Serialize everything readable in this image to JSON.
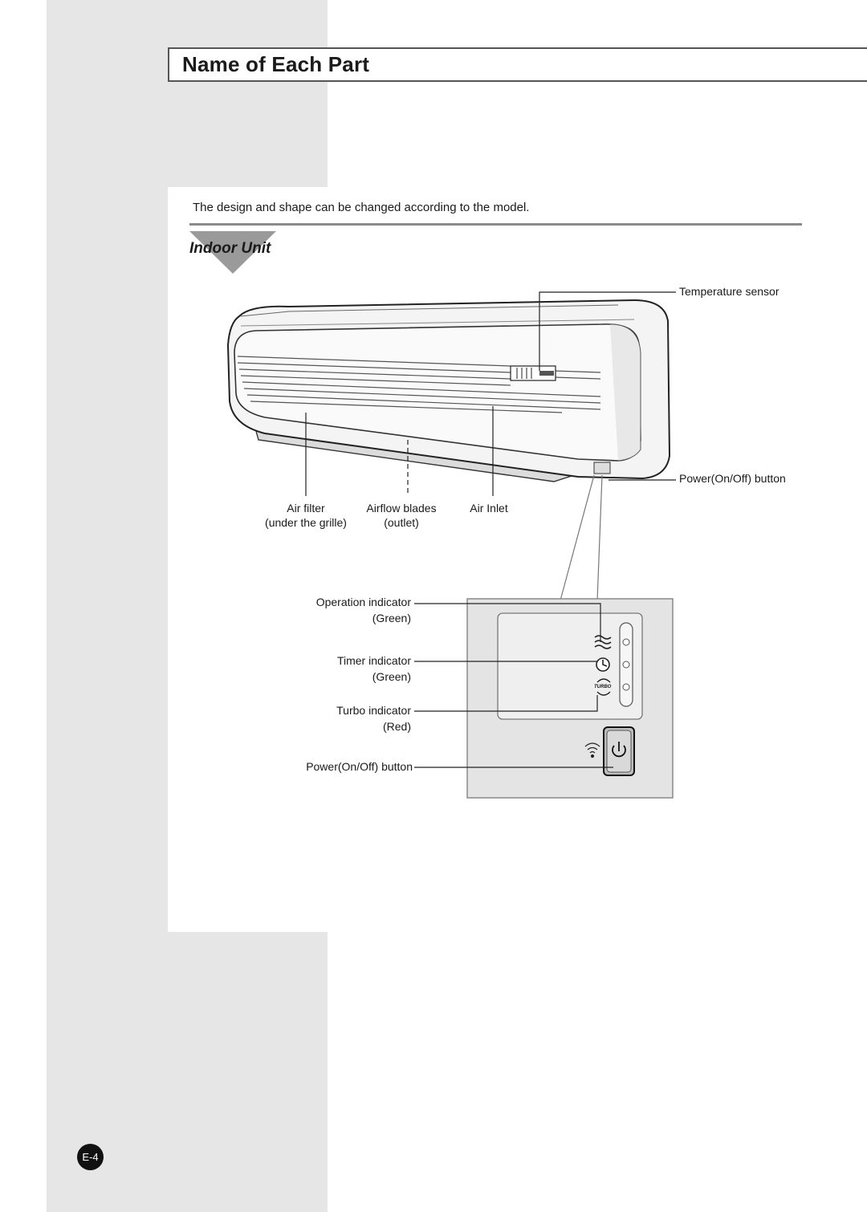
{
  "page": {
    "title": "Name of Each Part",
    "note": "The design and shape can be changed according to the model.",
    "section_title": "Indoor Unit",
    "page_number": "E-4"
  },
  "labels": {
    "temperature_sensor": "Temperature sensor",
    "power_button_unit": "Power(On/Off) button",
    "air_filter_line1": "Air filter",
    "air_filter_line2": "(under the grille)",
    "airflow_blades_line1": "Airflow blades",
    "airflow_blades_line2": "(outlet)",
    "air_inlet": "Air Inlet"
  },
  "panel": {
    "operation_indicator": "Operation indicator",
    "operation_color": "(Green)",
    "timer_indicator": "Timer indicator",
    "timer_color": "(Green)",
    "turbo_indicator": "Turbo indicator",
    "turbo_color": "(Red)",
    "power_button": "Power(On/Off) button",
    "turbo_glyph": "TURBO"
  },
  "icons": [
    "operation-wave-icon",
    "timer-clock-icon",
    "turbo-icon",
    "remote-signal-icon",
    "power-icon"
  ]
}
